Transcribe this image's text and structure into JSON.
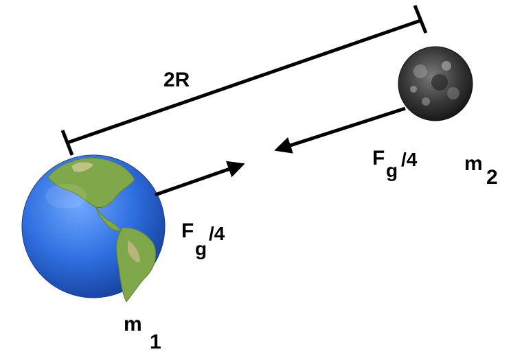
{
  "distance_label": "2R",
  "mass_1_label": {
    "base": "m",
    "sub": "1"
  },
  "mass_2_label": {
    "base": "m",
    "sub": "2"
  },
  "force_label_1": {
    "base": "F",
    "sub": "g",
    "suffix": "/4"
  },
  "force_label_2": {
    "base": "F",
    "sub": "g",
    "suffix": "/4"
  },
  "colors": {
    "ink": "#000000",
    "ocean": "#2f6fe0",
    "land": "#7fa84a",
    "moon": "#3a3a3a"
  }
}
